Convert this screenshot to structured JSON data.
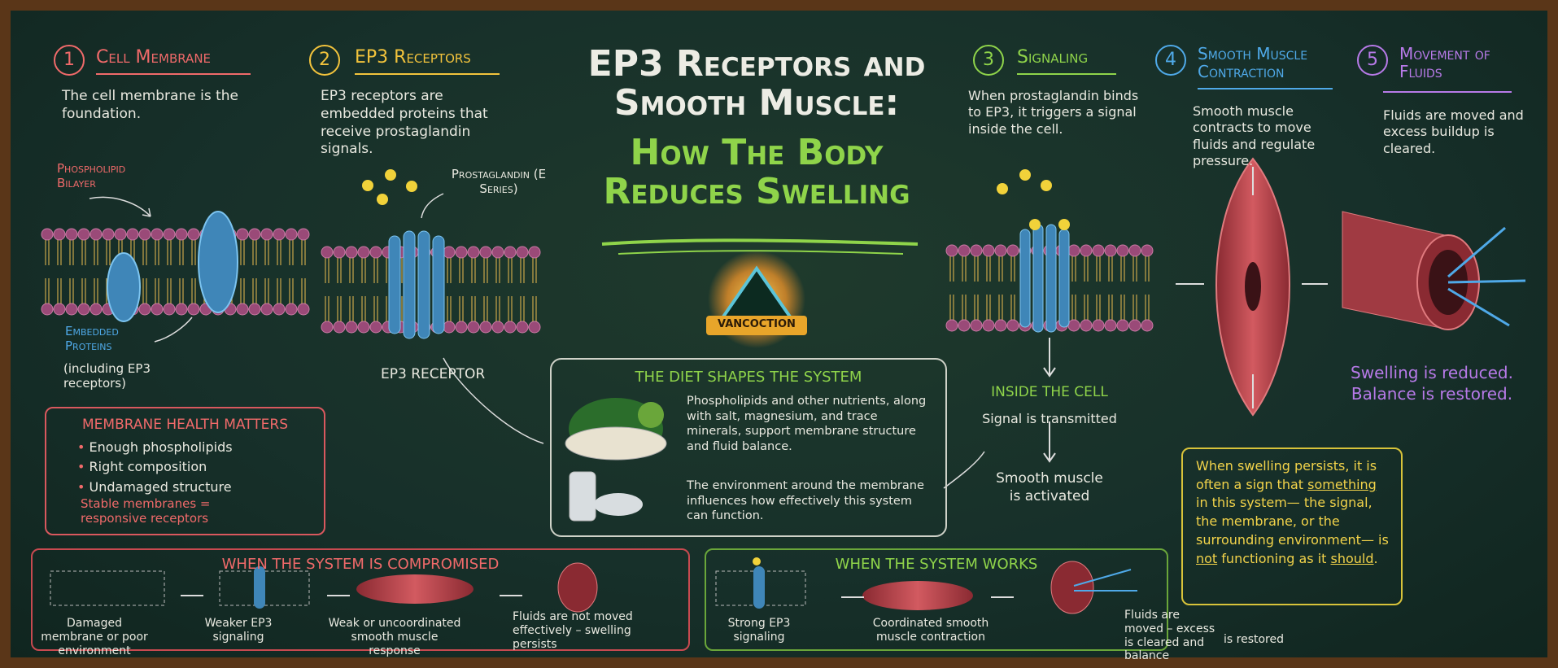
{
  "title": {
    "line1": "EP3 Receptors and",
    "line2": "Smooth Muscle:",
    "line3": "How The Body",
    "line4": "Reduces Swelling"
  },
  "logo": {
    "text": "VANCOCTION"
  },
  "sections": [
    {
      "num": "1",
      "heading": "Cell Membrane",
      "body": "The cell membrane is the foundation.",
      "color": "#f06a6a"
    },
    {
      "num": "2",
      "heading": "EP3 Receptors",
      "body": "EP3 receptors are embedded proteins that receive prostaglandin signals.",
      "color": "#f2c33c"
    },
    {
      "num": "3",
      "heading": "Signaling",
      "body": "When prostaglandin binds to EP3, it triggers a signal inside the cell.",
      "color": "#8fd44a"
    },
    {
      "num": "4",
      "heading": "Smooth Muscle Contraction",
      "body": "Smooth muscle contracts to move fluids and regulate pressure.",
      "color": "#4fa9e8"
    },
    {
      "num": "5",
      "heading": "Movement of Fluids",
      "body": "Fluids are moved and excess buildup is cleared.",
      "color": "#b77ae8"
    }
  ],
  "labels": {
    "phospholipid": "Phospholipid Bilayer",
    "embedded": "Embedded Proteins",
    "embedded_sub": "(including EP3 receptors)",
    "prostaglandin": "Prostaglandin (E Series)",
    "ep3_receptor": "EP3 RECEPTOR",
    "inside_cell": "INSIDE THE CELL",
    "signal_transmitted": "Signal is transmitted",
    "activated": "Smooth muscle is activated",
    "reduced1": "Swelling is reduced.",
    "reduced2": "Balance is restored."
  },
  "membrane_health": {
    "title": "MEMBRANE HEALTH MATTERS",
    "items": [
      "Enough phospholipids",
      "Right composition",
      "Undamaged structure"
    ],
    "footer": "Stable membranes = responsive receptors"
  },
  "diet": {
    "title": "THE DIET SHAPES THE SYSTEM",
    "p1": "Phospholipids and other nutrients, along with salt, magnesium, and trace minerals, support membrane structure and fluid balance.",
    "p2": "The environment around the membrane influences how effectively this system can function."
  },
  "persists": {
    "pre": "When swelling persists, it is often a sign that ",
    "u1": "something",
    "mid": " in this system— the signal, the membrane, or the surrounding environment— is ",
    "u2": "not",
    "mid2": " functioning as it ",
    "u3": "should",
    "end": "."
  },
  "compromised": {
    "title": "WHEN THE SYSTEM IS COMPROMISED",
    "steps": [
      "Damaged membrane or poor environment",
      "Weaker EP3 signaling",
      "Weak or uncoordinated smooth muscle response",
      "Fluids are not moved effectively – swelling persists"
    ]
  },
  "works": {
    "title": "WHEN THE SYSTEM WORKS",
    "steps": [
      "Strong EP3 signaling",
      "Coordinated smooth muscle contraction",
      "Fluids are moved – excess is cleared and balance",
      "is restored"
    ]
  }
}
